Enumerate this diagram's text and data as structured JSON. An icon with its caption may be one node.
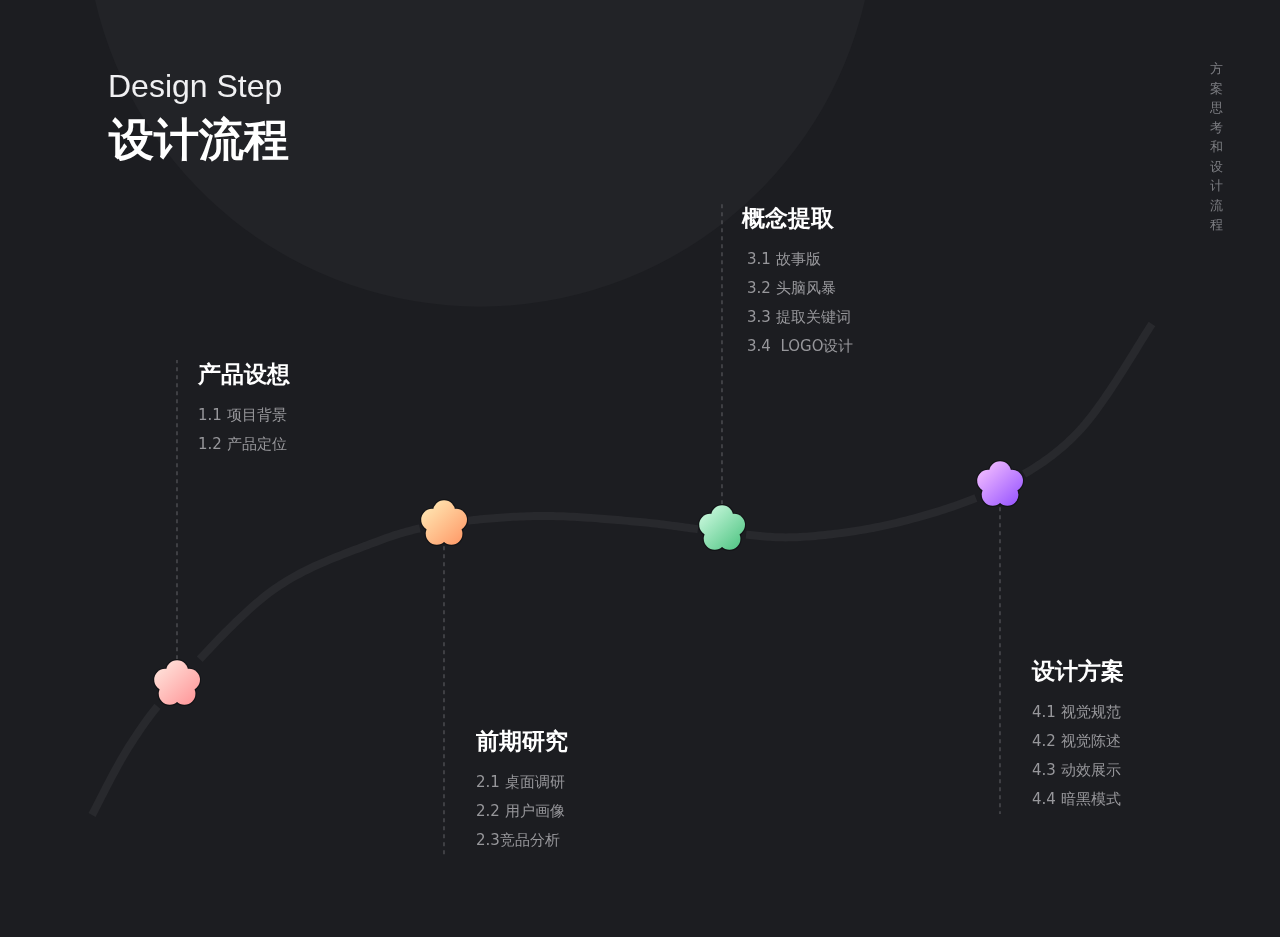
{
  "diagram": {
    "title": "设计流程",
    "nodes": [
      {
        "text": [
          "产品设想",
          "1.1 项目背景",
          "1.2 产品定位"
        ]
      },
      {
        "text": [],
        "shape": "flower"
      },
      {
        "text": [
          "前期研究",
          "2.1 桌面调研",
          "2.2 用户画像",
          "2.3竞品分析"
        ]
      },
      {
        "text": [],
        "shape": "flower"
      },
      {
        "text": [
          "概念提取",
          "3.1 故事版",
          "3.2 头脑风暴",
          "3.3 提取关键词",
          "3.4  LOGO设计"
        ]
      },
      {
        "text": [],
        "shape": "flower"
      },
      {
        "text": [
          "设计方案",
          "4.1 视觉规范",
          "4.2 视觉陈述",
          "4.3 动效展示",
          "4.4 暗黑模式"
        ]
      },
      {
        "text": [],
        "shape": "flower"
      }
    ],
    "edges": [
      {
        "from": null,
        "to": 1,
        "arrow": "none"
      },
      {
        "from": 1,
        "to": 3,
        "arrow": "none"
      },
      {
        "from": 3,
        "to": 5,
        "arrow": "none"
      },
      {
        "from": 5,
        "to": 7,
        "arrow": "none"
      },
      {
        "from": 7,
        "to": null,
        "arrow": "none"
      },
      {
        "from": 1,
        "to": 0,
        "arrow": "none",
        "style": "dashed"
      },
      {
        "from": 3,
        "to": 2,
        "arrow": "none",
        "style": "dashed"
      },
      {
        "from": 5,
        "to": 4,
        "arrow": "none",
        "style": "dashed"
      },
      {
        "from": 7,
        "to": 6,
        "arrow": "none",
        "style": "dashed"
      }
    ],
    "labels": [
      "Design Step",
      "方案思考和设计流程"
    ]
  }
}
